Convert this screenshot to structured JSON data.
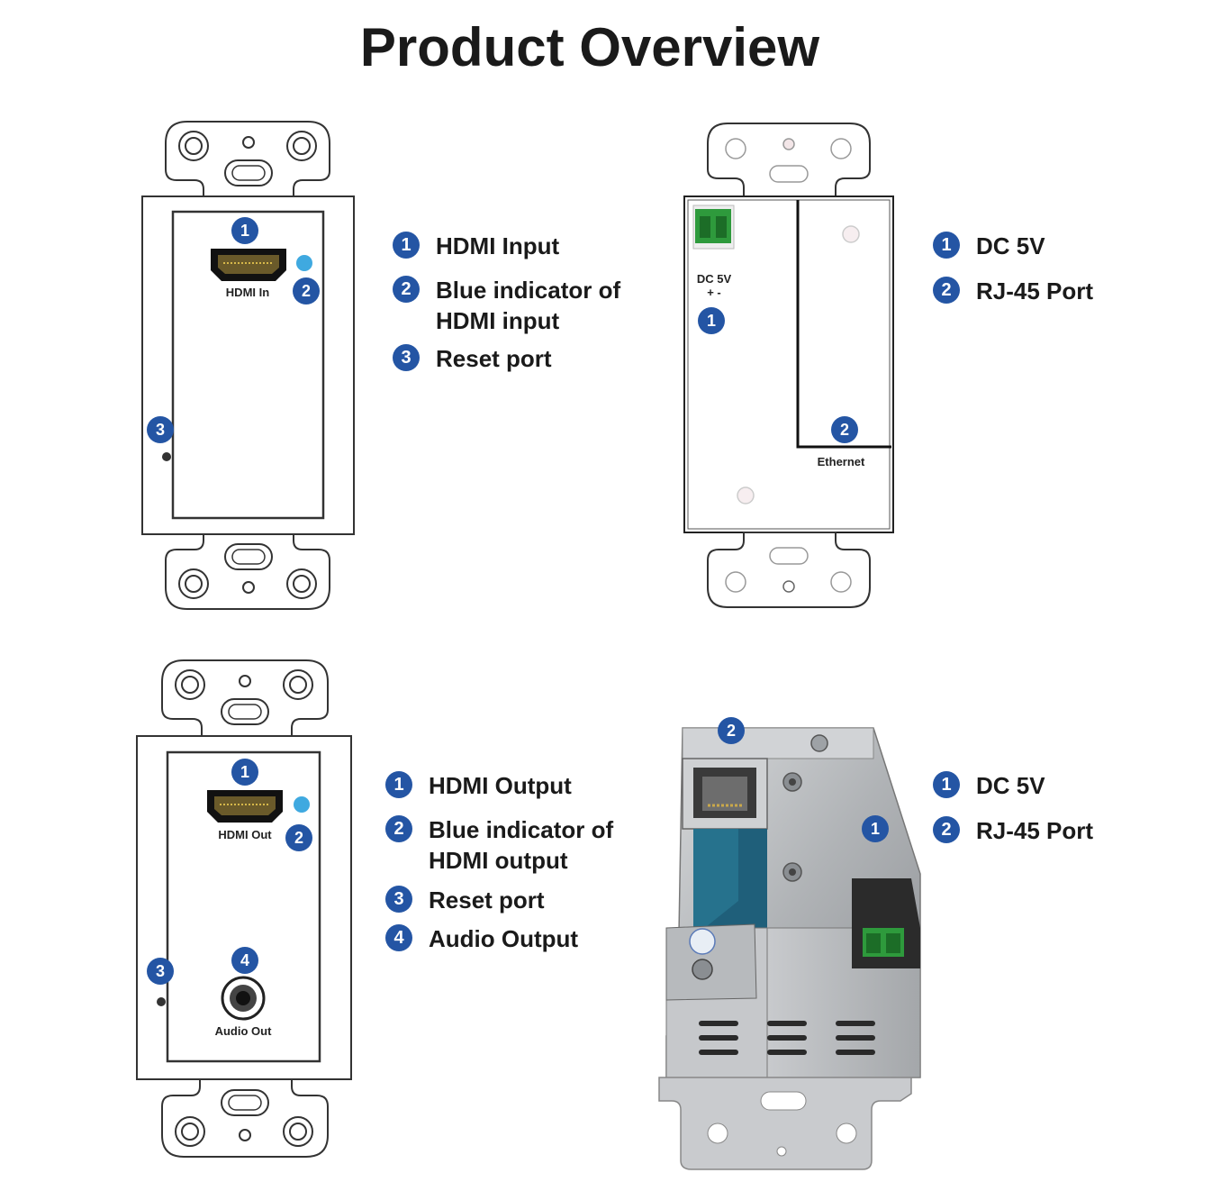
{
  "title": "Product Overview",
  "panel_labels": {
    "hdmi_in": "HDMI In",
    "hdmi_out": "HDMI Out",
    "audio_out": "Audio Out",
    "dc5v": "DC 5V",
    "plus_minus": "+  -",
    "ethernet": "Ethernet"
  },
  "badges": [
    "1",
    "2",
    "3",
    "4"
  ],
  "legend_top_left": [
    {
      "num": "1",
      "text": "HDMI Input"
    },
    {
      "num": "2",
      "text": "Blue indicator of HDMI input"
    },
    {
      "num": "3",
      "text": "Reset port"
    }
  ],
  "legend_top_right": [
    {
      "num": "1",
      "text": "DC 5V"
    },
    {
      "num": "2",
      "text": "RJ-45 Port"
    }
  ],
  "legend_bottom_left": [
    {
      "num": "1",
      "text": "HDMI Output"
    },
    {
      "num": "2",
      "text": "Blue indicator of HDMI output"
    },
    {
      "num": "3",
      "text": "Reset port"
    },
    {
      "num": "4",
      "text": "Audio Output"
    }
  ],
  "legend_bottom_right": [
    {
      "num": "1",
      "text": "DC 5V"
    },
    {
      "num": "2",
      "text": "RJ-45 Port"
    }
  ],
  "colors": {
    "badge": "#2455a4",
    "led": "#3fa9e0",
    "terminal": "#2e9a3c",
    "metal": "#b9bcbf"
  }
}
